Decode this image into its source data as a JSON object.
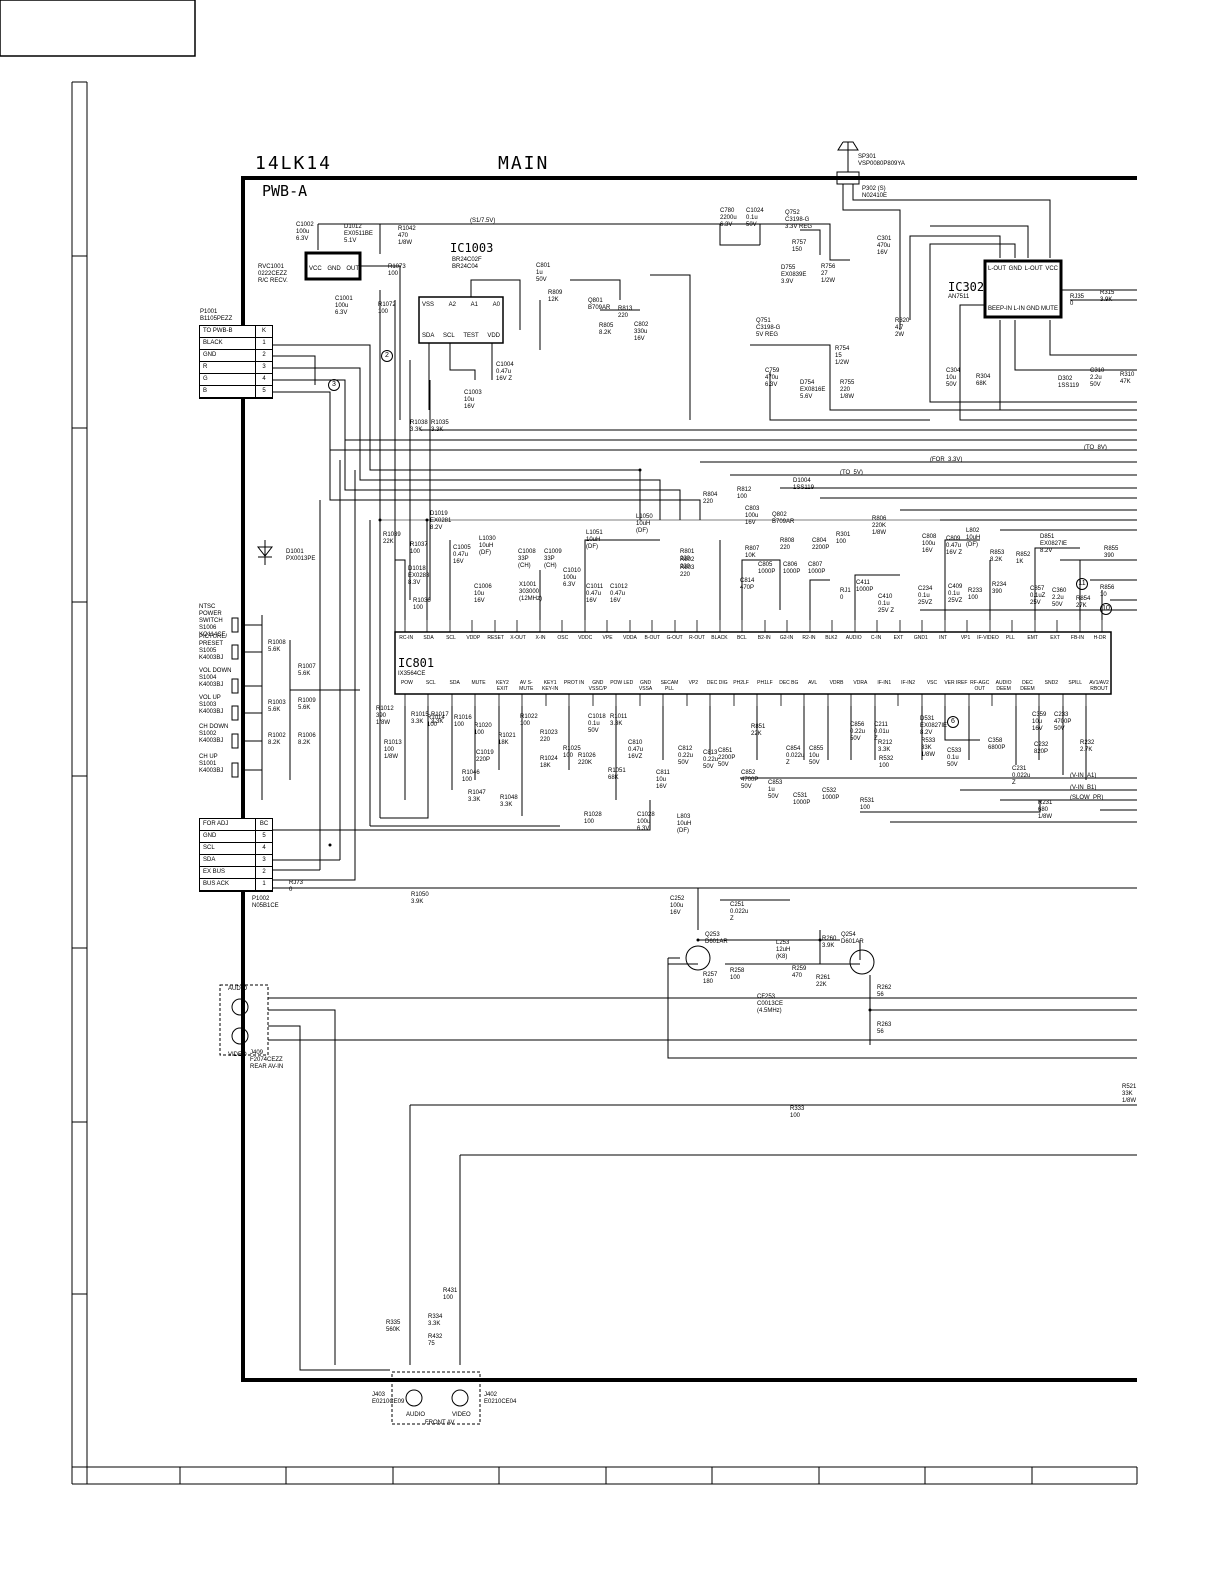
{
  "header": {
    "model": "14LK14",
    "section": "MAIN",
    "board": "PWB-A"
  },
  "ics": {
    "ic1003": {
      "ref": "IC1003",
      "part": "BR24C02F\nBR24C04",
      "pins_top": [
        "VSS",
        "A2",
        "A1",
        "A0"
      ],
      "pins_bot": [
        "SDA",
        "SCL",
        "TEST",
        "VDD"
      ]
    },
    "ic801": {
      "ref": "IC801",
      "part": "IX3564CE",
      "top_pins": [
        "RC-IN",
        "SDA",
        "SCL",
        "VDDP",
        "RESET",
        "X-OUT",
        "X-IN",
        "OSC",
        "VDDC",
        "VPE",
        "VDDA",
        "B-OUT",
        "G-OUT",
        "R-OUT",
        "BLACK",
        "BCL",
        "B2-IN",
        "G2-IN",
        "R2-IN",
        "BLK2",
        "AUDIO",
        "C-IN",
        "EXT",
        "GND1",
        "INT",
        "VP1",
        "IF-VIDEO",
        "PLL",
        "EMT",
        "EXT",
        "FB-IN",
        "H-DR"
      ],
      "bot_pins": [
        "POW",
        "SCL",
        "SDA",
        "MUTE",
        "KEY2 EXIT",
        "AV S-MUTE",
        "KEY1 KEY-IN",
        "PROT IN",
        "GND VSSC/P",
        "POW LED",
        "GND VSSA",
        "SECAM PLL",
        "VP2",
        "DEC DIG",
        "PH2LF",
        "PH1LF",
        "DEC BG",
        "AVL",
        "VDRB",
        "VDRA",
        "IF-IN1",
        "IF-IN2",
        "VSC",
        "VER IREF",
        "RF-AGC OUT",
        "AUDIO DEEM",
        "DEC DEEM",
        "SND2",
        "SPILL",
        "AV1/AV2 RBOUT"
      ]
    },
    "ic302": {
      "ref": "IC302",
      "part": "AN7511",
      "pins_top": [
        "L-OUT",
        "GND",
        "L-OUT",
        "VCC"
      ],
      "pins_bot": [
        "BEEP-IN",
        "L-IN",
        "GND",
        "MUTE"
      ]
    }
  },
  "connectors": {
    "p1001": {
      "ref": "P1001",
      "part": "B1105PEZZ",
      "header": "TO PWB-B",
      "col": "K",
      "rows": [
        {
          "label": "BLACK",
          "pin": "1"
        },
        {
          "label": "GND",
          "pin": "2"
        },
        {
          "label": "R",
          "pin": "3"
        },
        {
          "label": "G",
          "pin": "4"
        },
        {
          "label": "B",
          "pin": "5"
        }
      ]
    },
    "p1002": {
      "ref": "P1002",
      "part": "N05B1CE",
      "header": "FOR ADJ",
      "col": "BC",
      "rows": [
        {
          "label": "GND",
          "pin": "5"
        },
        {
          "label": "SCL",
          "pin": "4"
        },
        {
          "label": "SDA",
          "pin": "3"
        },
        {
          "label": "EX BUS",
          "pin": "2"
        },
        {
          "label": "BUS ACK",
          "pin": "1"
        }
      ]
    },
    "j409": {
      "ref": "J409",
      "part": "F2074CEZZ",
      "desc": "REAR AV-IN",
      "audio": "AUDIO",
      "video": "VIDEO"
    },
    "j403": {
      "ref": "J403",
      "part": "E0210CE09",
      "label": "AUDIO"
    },
    "j402": {
      "ref": "J402",
      "part": "E0210CE04",
      "label": "VIDEO"
    },
    "front": "FRONT AV",
    "p302": {
      "ref": "P302 (S)",
      "part": "N02410E"
    },
    "sp301": {
      "ref": "SP301",
      "part": "VSP0080P809YA"
    }
  },
  "rc": {
    "ref": "RVC1001",
    "part": "0222CEZZ",
    "desc": "R/C RECV.",
    "pins": [
      "VCC",
      "GND",
      "OUT"
    ]
  },
  "switches": [
    {
      "name": "NTSC POWER SWITCH",
      "ref": "S1006",
      "part": "KO114CE"
    },
    {
      "name": "PICTURE/ PRESET",
      "ref": "S1005",
      "part": "K4003BJ"
    },
    {
      "name": "VOL DOWN",
      "ref": "S1004",
      "part": "K4003BJ"
    },
    {
      "name": "VOL UP",
      "ref": "S1003",
      "part": "K4003BJ"
    },
    {
      "name": "CH DOWN",
      "ref": "S1002",
      "part": "K4003BJ"
    },
    {
      "name": "CH UP",
      "ref": "S1001",
      "part": "K4003BJ"
    }
  ],
  "transistors": [
    {
      "ref": "Q752",
      "part": "C3198-G",
      "desc": "3.3V REG"
    },
    {
      "ref": "Q751",
      "part": "C3198-G",
      "desc": "5V REG"
    },
    {
      "ref": "Q801",
      "part": "B709AR"
    },
    {
      "ref": "Q802",
      "part": "B709AR"
    },
    {
      "ref": "Q253",
      "part": "D601AR"
    },
    {
      "ref": "Q254",
      "part": "D601AR"
    }
  ],
  "diodes": [
    {
      "ref": "D1001",
      "part": "PX0013PE"
    },
    {
      "ref": "D1012",
      "part": "EX0511BE",
      "value": "5.1V"
    },
    {
      "ref": "D1019",
      "part": "EX0281",
      "value": "8.2V"
    },
    {
      "ref": "D1018",
      "part": "EX0283",
      "value": "8.3V"
    },
    {
      "ref": "D755",
      "part": "EX0839E",
      "value": "3.9V"
    },
    {
      "ref": "D754",
      "part": "EX0816E",
      "value": "5.6V"
    },
    {
      "ref": "D1004",
      "part": "1SS119"
    },
    {
      "ref": "D851",
      "part": "EX0827IE",
      "value": "8.2V"
    },
    {
      "ref": "D531",
      "part": "EX0827IE",
      "value": "8.2V"
    },
    {
      "ref": "D302",
      "part": "1SS119"
    }
  ],
  "nets": [
    "(S1/7.5V)",
    "(TO_5V)",
    "(FOR_3.3V)",
    "(TO_8V)",
    "(V-IN_A1)",
    "(V-IN_B1)",
    "(SLOW_PR)"
  ],
  "parts_left": [
    {
      "ref": "C1002",
      "value": "100u\n6.3V"
    },
    {
      "ref": "R1042",
      "value": "470\n1/8W"
    },
    {
      "ref": "R1073",
      "value": "100"
    },
    {
      "ref": "C1001",
      "value": "100u\n6.3V"
    },
    {
      "ref": "R1072",
      "value": "100"
    },
    {
      "ref": "C1004",
      "value": "0.47u\n16V Z"
    },
    {
      "ref": "C1003",
      "value": "10u\n16V"
    },
    {
      "ref": "R1038",
      "value": "3.3K"
    },
    {
      "ref": "R1035",
      "value": "3.3K"
    },
    {
      "ref": "R1039",
      "value": "22K"
    },
    {
      "ref": "R1037",
      "value": "100"
    },
    {
      "ref": "R1036",
      "value": "100"
    },
    {
      "ref": "C1005",
      "value": "0.47u\n16V"
    },
    {
      "ref": "C1006",
      "value": "10u\n16V"
    },
    {
      "ref": "L1030",
      "value": "10uH\n(DF)"
    },
    {
      "ref": "R1008",
      "value": "5.6K"
    },
    {
      "ref": "R1007",
      "value": "5.6K"
    },
    {
      "ref": "R1003",
      "value": "5.6K"
    },
    {
      "ref": "R1009",
      "value": "5.6K"
    },
    {
      "ref": "R1002",
      "value": "8.2K"
    },
    {
      "ref": "R1006",
      "value": "8.2K"
    },
    {
      "ref": "R1012",
      "value": "390\n1/8W"
    },
    {
      "ref": "R1013",
      "value": "100\n1/8W"
    },
    {
      "ref": "R1015",
      "value": "3.3K"
    },
    {
      "ref": "R1017",
      "value": "3.3K"
    },
    {
      "ref": "R1014",
      "value": "100"
    },
    {
      "ref": "R1016",
      "value": "100"
    },
    {
      "ref": "RJ73",
      "value": "0"
    },
    {
      "ref": "R1050",
      "value": "3.9K"
    }
  ],
  "parts_mid": [
    {
      "ref": "C780",
      "value": "2200u\n6.3V"
    },
    {
      "ref": "C1024",
      "value": "0.1u\n50V"
    },
    {
      "ref": "R757",
      "value": "150"
    },
    {
      "ref": "R756",
      "value": "27\n1/2W"
    },
    {
      "ref": "C801",
      "value": "1u\n50V"
    },
    {
      "ref": "R809",
      "value": "12K"
    },
    {
      "ref": "R813",
      "value": "220"
    },
    {
      "ref": "R805",
      "value": "8.2K"
    },
    {
      "ref": "C802",
      "value": "330u\n16V"
    },
    {
      "ref": "R754",
      "value": "15\n1/2W"
    },
    {
      "ref": "R755",
      "value": "220\n1/8W"
    },
    {
      "ref": "C759",
      "value": "470u\n6.3V"
    },
    {
      "ref": "R812",
      "value": "100"
    },
    {
      "ref": "R804",
      "value": "220"
    },
    {
      "ref": "C803",
      "value": "100u\n16V"
    },
    {
      "ref": "R807",
      "value": "10K"
    },
    {
      "ref": "R808",
      "value": "220"
    },
    {
      "ref": "C804",
      "value": "2200P"
    },
    {
      "ref": "R801",
      "value": "220"
    },
    {
      "ref": "R802",
      "value": "220"
    },
    {
      "ref": "R803",
      "value": "220"
    },
    {
      "ref": "C1008",
      "value": "33P\n(CH)"
    },
    {
      "ref": "C1009",
      "value": "33P\n(CH)"
    },
    {
      "ref": "X1001",
      "value": "303000\n(12MHz)"
    },
    {
      "ref": "C1010",
      "value": "100u\n6.3V"
    },
    {
      "ref": "C1011",
      "value": "0.47u\n16V"
    },
    {
      "ref": "C1012",
      "value": "0.47u\n16V"
    },
    {
      "ref": "L1051",
      "value": "10uH\n(DF)"
    },
    {
      "ref": "L1050",
      "value": "10uH\n(DF)"
    },
    {
      "ref": "C814",
      "value": "470P"
    },
    {
      "ref": "C805",
      "value": "1000P"
    },
    {
      "ref": "C806",
      "value": "1000P"
    },
    {
      "ref": "C807",
      "value": "1000P"
    },
    {
      "ref": "R301",
      "value": "100"
    },
    {
      "ref": "RJ1",
      "value": "0"
    }
  ],
  "parts_right": [
    {
      "ref": "C301",
      "value": "470u\n16V"
    },
    {
      "ref": "R320",
      "value": "4.7\n2W"
    },
    {
      "ref": "C304",
      "value": "10u\n50V"
    },
    {
      "ref": "R304",
      "value": "68K"
    },
    {
      "ref": "C310",
      "value": "2.2u\n50V"
    },
    {
      "ref": "R310",
      "value": "47K"
    },
    {
      "ref": "R315",
      "value": "3.9K"
    },
    {
      "ref": "RJ35",
      "value": "0"
    },
    {
      "ref": "R855",
      "value": "390"
    },
    {
      "ref": "R856",
      "value": "10"
    },
    {
      "ref": "R854",
      "value": "27K"
    },
    {
      "ref": "C360",
      "value": "2.2u\n50V"
    },
    {
      "ref": "C857",
      "value": "0.1uZ\n25V"
    },
    {
      "ref": "R853",
      "value": "8.2K"
    },
    {
      "ref": "R852",
      "value": "1K"
    },
    {
      "ref": "R234",
      "value": "390"
    },
    {
      "ref": "R233",
      "value": "100"
    },
    {
      "ref": "C234",
      "value": "0.1u\n25VZ"
    },
    {
      "ref": "C409",
      "value": "0.1u\n25VZ"
    },
    {
      "ref": "C410",
      "value": "0.1u\n25V Z"
    },
    {
      "ref": "C411",
      "value": "1000P"
    },
    {
      "ref": "C808",
      "value": "100u\n16V"
    },
    {
      "ref": "C809",
      "value": "0.47u\n16V Z"
    },
    {
      "ref": "L802",
      "value": "10uH\n(DF)"
    },
    {
      "ref": "R806",
      "value": "220K\n1/8W"
    }
  ],
  "parts_bottom": [
    {
      "ref": "R1020",
      "value": "100"
    },
    {
      "ref": "R1021",
      "value": "18K"
    },
    {
      "ref": "R1022",
      "value": "100"
    },
    {
      "ref": "R1023",
      "value": "220"
    },
    {
      "ref": "R1024",
      "value": "18K"
    },
    {
      "ref": "R1025",
      "value": "100"
    },
    {
      "ref": "R1026",
      "value": "220K"
    },
    {
      "ref": "C1019",
      "value": "220P"
    },
    {
      "ref": "R1046",
      "value": "100"
    },
    {
      "ref": "R1047",
      "value": "3.3K"
    },
    {
      "ref": "R1048",
      "value": "3.3K"
    },
    {
      "ref": "C1018",
      "value": "0.1u\n50V"
    },
    {
      "ref": "R1011",
      "value": "3.3K"
    },
    {
      "ref": "R1051",
      "value": "68K"
    },
    {
      "ref": "R1028",
      "value": "100"
    },
    {
      "ref": "C1028",
      "value": "100u\n6.3V"
    },
    {
      "ref": "L803",
      "value": "10uH\n(DF)"
    },
    {
      "ref": "C810",
      "value": "0.47u\n16VZ"
    },
    {
      "ref": "C812",
      "value": "0.22u\n50V"
    },
    {
      "ref": "C811",
      "value": "10u\n16V"
    },
    {
      "ref": "C813",
      "value": "0.22u\n50V"
    },
    {
      "ref": "C851",
      "value": "2200P\n50V"
    },
    {
      "ref": "R851",
      "value": "22K"
    },
    {
      "ref": "C852",
      "value": "4700P\n50V"
    },
    {
      "ref": "C853",
      "value": "1u\n50V"
    },
    {
      "ref": "C854",
      "value": "0.022u\nZ"
    },
    {
      "ref": "C855",
      "value": "10u\n50V"
    },
    {
      "ref": "C856",
      "value": "0.22u\n50V"
    },
    {
      "ref": "C531",
      "value": "1000P"
    },
    {
      "ref": "C532",
      "value": "1000P"
    },
    {
      "ref": "R531",
      "value": "100"
    },
    {
      "ref": "R532",
      "value": "100"
    },
    {
      "ref": "C211",
      "value": "0.01u\nZ"
    },
    {
      "ref": "R212",
      "value": "3.3K"
    },
    {
      "ref": "R533",
      "value": "33K\n1/8W"
    },
    {
      "ref": "C533",
      "value": "0.1u\n50V"
    },
    {
      "ref": "C358",
      "value": "6800P"
    },
    {
      "ref": "C359",
      "value": "10u\n16V"
    },
    {
      "ref": "C231",
      "value": "0.022u\nZ"
    },
    {
      "ref": "C232",
      "value": "820P"
    },
    {
      "ref": "C233",
      "value": "4700P\n50V"
    },
    {
      "ref": "R232",
      "value": "2.7K"
    },
    {
      "ref": "R231",
      "value": "680\n1/8W"
    },
    {
      "ref": "C252",
      "value": "100u\n16V"
    },
    {
      "ref": "C251",
      "value": "0.022u\nZ"
    },
    {
      "ref": "L253",
      "value": "12uH\n(K8)"
    },
    {
      "ref": "R257",
      "value": "180"
    },
    {
      "ref": "R258",
      "value": "100"
    },
    {
      "ref": "R259",
      "value": "470"
    },
    {
      "ref": "R260",
      "value": "3.9K"
    },
    {
      "ref": "R261",
      "value": "22K"
    },
    {
      "ref": "R262",
      "value": "56"
    },
    {
      "ref": "R263",
      "value": "56"
    },
    {
      "ref": "CF253",
      "value": "C0013CE\n(4.5MHz)"
    },
    {
      "ref": "R333",
      "value": "100"
    },
    {
      "ref": "R521",
      "value": "33K\n1/8W"
    },
    {
      "ref": "R431",
      "value": "100"
    },
    {
      "ref": "R335",
      "value": "560K"
    },
    {
      "ref": "R334",
      "value": "3.3K"
    },
    {
      "ref": "R432",
      "value": "75"
    }
  ],
  "markers": [
    "2",
    "3",
    "6",
    "10",
    "11"
  ],
  "grid_cols": [
    "",
    "",
    "",
    "",
    "",
    "",
    "",
    "",
    "",
    "",
    ""
  ]
}
